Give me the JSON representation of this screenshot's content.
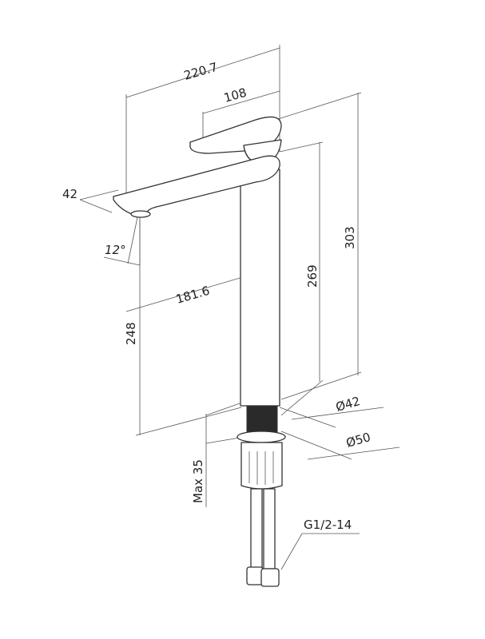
{
  "diagram": {
    "title": "Tall basin mixer tap dimension drawing",
    "labels": {
      "overall_reach": "220.7",
      "handle_length": "108",
      "spout_thickness": "42",
      "spout_angle": "12°",
      "spout_reach": "181.6",
      "spout_height": "248",
      "body_height": "269",
      "overall_height": "303",
      "body_diameter": "Ø42",
      "base_diameter": "Ø50",
      "max_deck_thickness": "Max 35",
      "hose_thread": "G1/2-14"
    },
    "colors": {
      "line": "#333333",
      "dimension": "#555555",
      "thread": "#2a2a2a"
    }
  }
}
